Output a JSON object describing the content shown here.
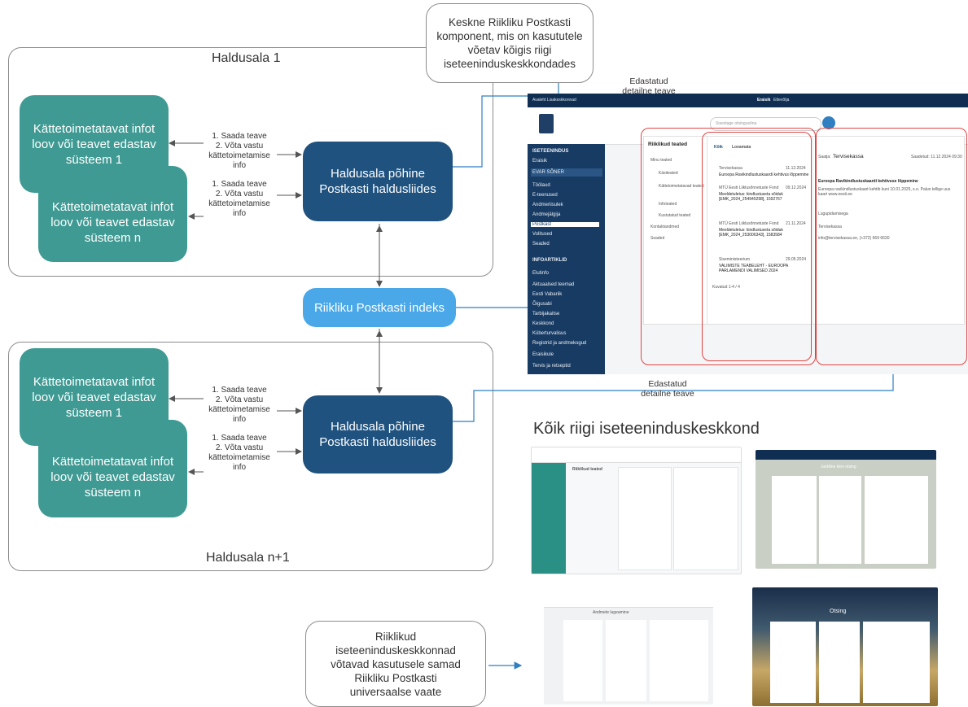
{
  "regions": {
    "top_title": "Haldusala 1",
    "bottom_title": "Haldusala n+1"
  },
  "systems": {
    "sys1": "Kättetoimetatavat infot loov või teavet edastav süsteem 1",
    "sysn": "Kättetoimetatavat infot loov või teavet edastav süsteem n"
  },
  "interface_label": "Haldusala põhine Postkasti haldusliides",
  "index_label": "Riikliku Postkasti indeks",
  "flow_label": "1. Saada teave\n2. Võta vastu kättetoimetamise info",
  "callout_top": "Keskne Riikliku Postkasti komponent, mis on kasututele võetav kõigis riigi iseteeninduskeskkondades",
  "forwarded_label": "Edastatud detailne teave",
  "gallery_heading": "Kõik riigi iseteeninduskeskkond",
  "callout_bottom": "Riiklikud iseteeninduskeskkonnad võtavad kasutusele samad Riikliku Postkasti universaalse vaate",
  "portal": {
    "topbar_left": "Avaleht  Lisakeskkonnad",
    "topbar_tabs": [
      "Eraisik",
      "Ettevõtja"
    ],
    "search_placeholder": "Sisestage otsingusõna",
    "sidebar_title": "ISETEENINDUS",
    "sidebar_role": "Eraisik",
    "sidebar_user": "EVAR SÕNER",
    "sidebar_items": [
      "Töölaud",
      "E-teenused",
      "Andmeriisulek",
      "Andmejälgija",
      "Postkast",
      "Volitused",
      "Seaded"
    ],
    "sidebar_info_title": "INFOARTIKLID",
    "sidebar_info_sub": "Elutinfo",
    "sidebar_info_items": [
      "Aktuaalsed teemad",
      "Eesti Vabariik",
      "Õigusabi",
      "Tarbijakaitse",
      "Keskkond",
      "Küberturvalisus",
      "Registrid ja andmekogud",
      "Eraisikule",
      "Tervis ja retseptid"
    ],
    "nav_title": "Riiklikud teated",
    "nav_items": [
      "Minu teated",
      "Käsiteated",
      "Kättetoimetatavad teated",
      "Infoteated",
      "Kustutatud teated",
      "Kontaktandmed",
      "Seaded"
    ],
    "list_tabs": [
      "Kõik",
      "Loeamata"
    ],
    "list_items": [
      {
        "sender": "Tervisekassa",
        "date": "11.12.2024",
        "title": "Euroopa Ravikindlustuskaardi kehtivus lõppemine"
      },
      {
        "sender": "MTÜ Eesti Liiklusõnnetuste Fond",
        "date": "09.12.2024",
        "title": "Meeldetuletus: kindlustuseta sõiduk [EMK_2024_254945298], 1592767"
      },
      {
        "sender": "MTÜ Eesti Liiklusõnnetuste Fond",
        "date": "21.11.2024",
        "title": "Meeldetuletus: kindlustuseta sõiduk [EMK_2024_253006343], 1583584"
      },
      {
        "sender": "Siseministeerium",
        "date": "29.05.2024",
        "title": "VALIMISTE TEABELEHT - EUROOPA PARLAMENDI VALIMISED 2024"
      }
    ],
    "list_footer": "Kuvatud 1-4 / 4",
    "detail_sender_label": "Saatja:",
    "detail_sender": "Tervisekassa",
    "detail_sent": "Saadetud: 11.12.2024 09:30",
    "detail_title": "Euroopa Ravikindlustuskaardi kehtivuse lõppemine",
    "detail_body": "Euroopa ravikindlustuskaart kehtib kuni 10.01.2025, s.o. Palun tellige uus kaart www.eesti.ee",
    "detail_sign1": "Lugupidamisega",
    "detail_sign2": "Tervisekassa",
    "detail_contact": "info@tervisekassa.ee, (+372) 669 6630"
  },
  "thumbs": {
    "t1_title": "Riiklikud teated",
    "t2_title": "Juhtiline kiire otsing",
    "t3_title": "Andmete lugeamine",
    "t4_title": "Otsing"
  },
  "colors": {
    "teal": "#3f9a93",
    "navy": "#1f527f",
    "light_blue": "#4aa8e8",
    "arrow_blue": "#2f7fc1",
    "red": "#e04545"
  }
}
